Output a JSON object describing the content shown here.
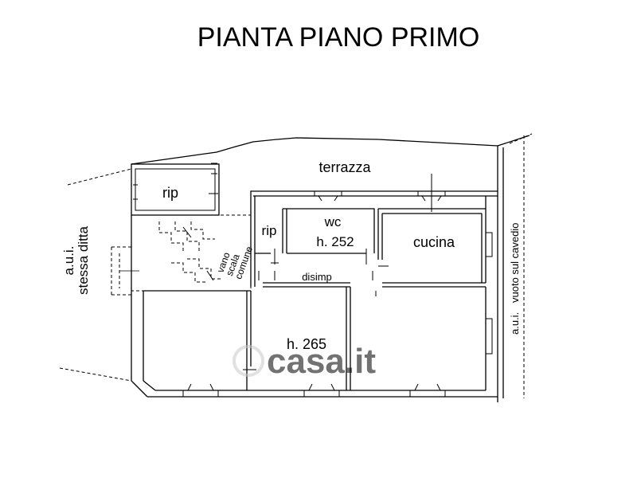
{
  "title": "PIANTA PIANO PRIMO",
  "labels": {
    "terrazza": "terrazza",
    "rip_top": "rip",
    "rip_mid": "rip",
    "wc": "wc",
    "wc_height": "h. 252",
    "cucina": "cucina",
    "disimp": "disimp",
    "main_height": "h. 265",
    "vano_line1": "vano",
    "vano_line2": "scala",
    "vano_line3": "comune",
    "left_aui": "a.u.i.",
    "left_ditta": "stessa ditta",
    "right_aui": "a.u.i.",
    "right_vuoto": "vuoto sul cavedio"
  },
  "watermark": "casa.it",
  "colors": {
    "ink": "#000000",
    "background": "#ffffff",
    "watermark": "#c8c8c8"
  }
}
